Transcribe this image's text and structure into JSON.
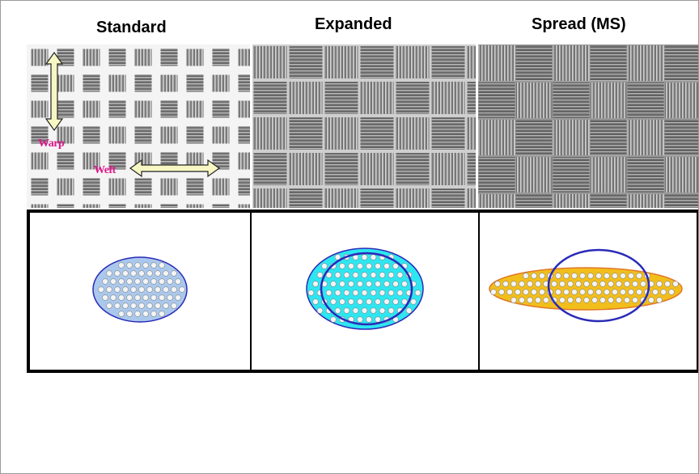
{
  "columns": [
    {
      "title": "Standard",
      "weave": "standard",
      "section": "standard"
    },
    {
      "title": "Expanded",
      "weave": "expanded",
      "section": "expanded"
    },
    {
      "title": "Spread (MS)",
      "weave": "spread",
      "section": "spread"
    }
  ],
  "annotations": {
    "warp_label": "Warp",
    "weft_label": "Weft"
  },
  "colors": {
    "fiber_dark": "#3c3c3c",
    "fiber_light": "#dcdcdc",
    "gap": "#f4f4f4",
    "arrow_fill": "#f7f7c4",
    "label_magenta": "#e0188c",
    "section_standard_fill": "#a9c8ec",
    "section_expanded_fill": "#2ee6f0",
    "section_spread_fill": "#f2be1a",
    "outline_blue": "#2a2ab8",
    "outline_orange": "#e0782a",
    "filament": "#f4f4f4"
  }
}
